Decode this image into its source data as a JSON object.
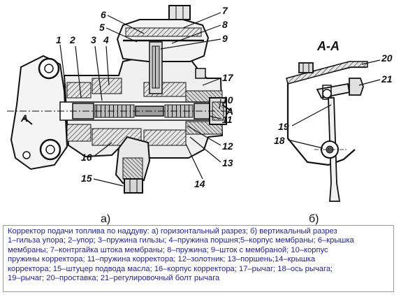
{
  "figure": {
    "section_title": "А-А",
    "cut_marks": [
      "А",
      "А"
    ],
    "sublabels": [
      "а)",
      "б)"
    ],
    "callouts": [
      "1",
      "2",
      "3",
      "4",
      "5",
      "6",
      "7",
      "8",
      "9",
      "10",
      "11",
      "12",
      "13",
      "14",
      "15",
      "16",
      "17",
      "18",
      "19",
      "20",
      "21"
    ]
  },
  "caption": {
    "lines": [
      "Корректор подачи топлива по наддуву: а) горизонтальный разрез; б) вертикальный разрез",
      "1–гильза упора; 2–упор; 3–пружина гильзы; 4–пружина поршня;5–корпус мембраны; 6–крышка",
      "мембраны; 7–контргайка штока мембраны; 8–пружина; 9–шток с мембраной; 10–корпус",
      "пружины корректора; 11–пружина корректора; 12–золотник; 13–поршень;14–крышка",
      "корректора; 15–штуцер подвода масла; 16–корпус корректора; 17–рычаг; 18–ось рычага;",
      "19–рычаг; 20–проставка; 21–регулировочный болт рычага"
    ]
  }
}
